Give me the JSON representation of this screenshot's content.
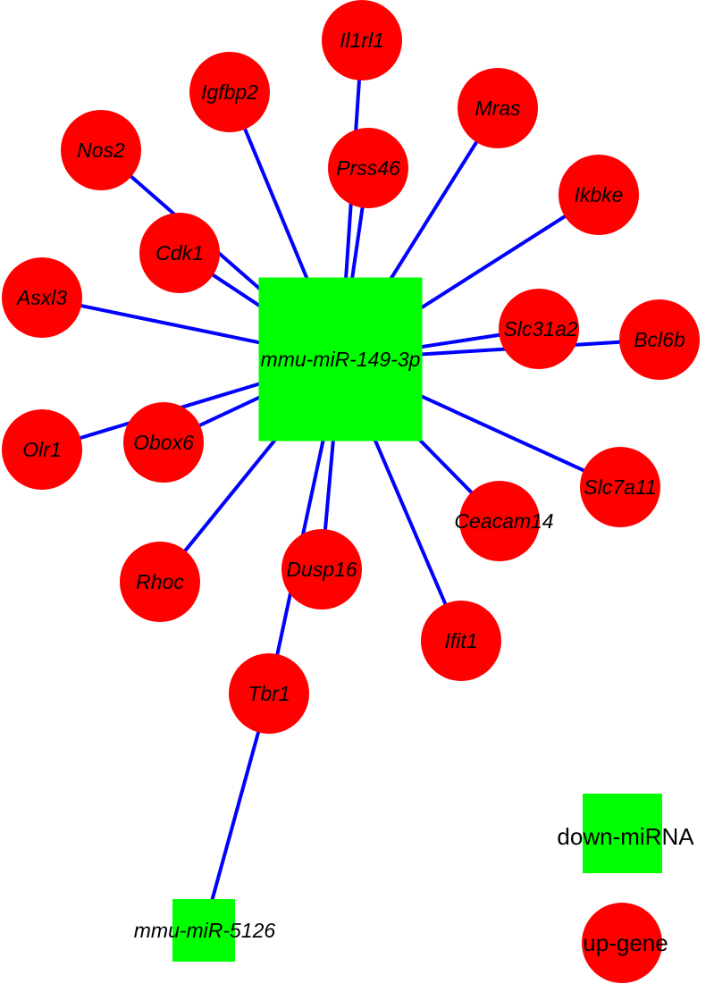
{
  "colors": {
    "gene": "#ff0000",
    "mirna": "#00ff00",
    "edge": "#0000ff",
    "label": "#000000"
  },
  "mirnas": [
    {
      "id": "mmu-miR-149-3p",
      "label": "mmu-miR-149-3p"
    },
    {
      "id": "mmu-miR-5126",
      "label": "mmu-miR-5126"
    }
  ],
  "genes": [
    {
      "id": "Il1rl1",
      "label": "Il1rl1"
    },
    {
      "id": "Igfbp2",
      "label": "Igfbp2"
    },
    {
      "id": "Mras",
      "label": "Mras"
    },
    {
      "id": "Nos2",
      "label": "Nos2"
    },
    {
      "id": "Prss46",
      "label": "Prss46"
    },
    {
      "id": "Ikbke",
      "label": "Ikbke"
    },
    {
      "id": "Cdk1",
      "label": "Cdk1"
    },
    {
      "id": "Asxl3",
      "label": "Asxl3"
    },
    {
      "id": "Slc31a2",
      "label": "Slc31a2"
    },
    {
      "id": "Bcl6b",
      "label": "Bcl6b"
    },
    {
      "id": "Olr1",
      "label": "Olr1"
    },
    {
      "id": "Obox6",
      "label": "Obox6"
    },
    {
      "id": "Slc7a11",
      "label": "Slc7a11"
    },
    {
      "id": "Ceacam14",
      "label": "Ceacam14"
    },
    {
      "id": "Dusp16",
      "label": "Dusp16"
    },
    {
      "id": "Rhoc",
      "label": "Rhoc"
    },
    {
      "id": "Ifit1",
      "label": "Ifit1"
    },
    {
      "id": "Tbr1",
      "label": "Tbr1"
    }
  ],
  "edges": [
    [
      "mmu-miR-149-3p",
      "Il1rl1"
    ],
    [
      "mmu-miR-149-3p",
      "Igfbp2"
    ],
    [
      "mmu-miR-149-3p",
      "Mras"
    ],
    [
      "mmu-miR-149-3p",
      "Nos2"
    ],
    [
      "mmu-miR-149-3p",
      "Prss46"
    ],
    [
      "mmu-miR-149-3p",
      "Ikbke"
    ],
    [
      "mmu-miR-149-3p",
      "Cdk1"
    ],
    [
      "mmu-miR-149-3p",
      "Asxl3"
    ],
    [
      "mmu-miR-149-3p",
      "Slc31a2"
    ],
    [
      "mmu-miR-149-3p",
      "Bcl6b"
    ],
    [
      "mmu-miR-149-3p",
      "Olr1"
    ],
    [
      "mmu-miR-149-3p",
      "Obox6"
    ],
    [
      "mmu-miR-149-3p",
      "Slc7a11"
    ],
    [
      "mmu-miR-149-3p",
      "Ceacam14"
    ],
    [
      "mmu-miR-149-3p",
      "Dusp16"
    ],
    [
      "mmu-miR-149-3p",
      "Rhoc"
    ],
    [
      "mmu-miR-149-3p",
      "Ifit1"
    ],
    [
      "mmu-miR-149-3p",
      "Tbr1"
    ],
    [
      "mmu-miR-5126",
      "Tbr1"
    ]
  ],
  "legend": {
    "mirna_label": "down-miRNA",
    "gene_label": "up-gene"
  }
}
